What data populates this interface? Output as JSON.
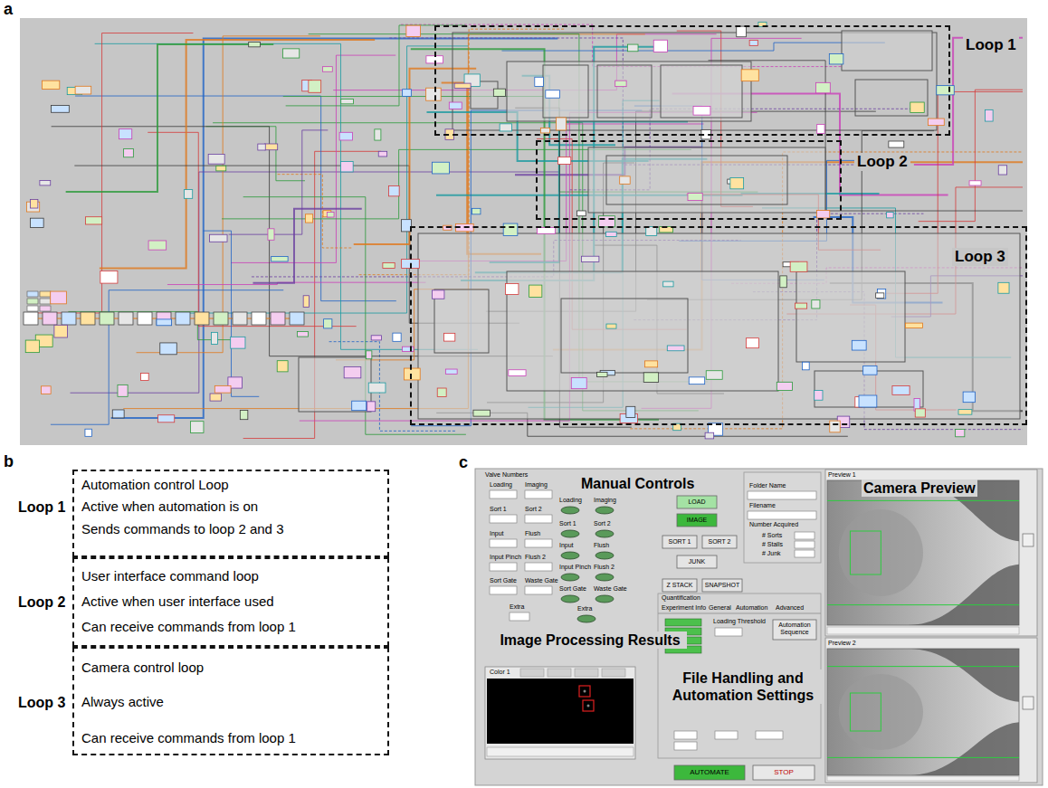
{
  "diagram": {
    "nodes": [
      {
        "text": [
          "Loop 1"
        ]
      },
      {
        "text": [
          "Loop 2"
        ]
      },
      {
        "text": [
          "Loop 3"
        ]
      },
      {
        "text": [
          "Loop 1",
          "Automation control Loop",
          "Active when automation is on",
          "Sends commands to loop 2 and 3"
        ]
      },
      {
        "text": [
          "Loop 2",
          "User interface command loop",
          "Active when user interface used",
          "Can receive commands from loop 1"
        ]
      },
      {
        "text": [
          "Loop 3",
          "Camera control loop",
          "Always active",
          "Can receive commands from loop 1"
        ]
      }
    ],
    "labels": [
      "a",
      "b",
      "c",
      "Manual Controls",
      "Camera Preview",
      "Image Processing Results",
      "File Handling and Automation Settings",
      "Valve Numbers",
      "Loading",
      "Imaging",
      "Sort 1",
      "Sort 2",
      "Input",
      "Flush",
      "Input Pinch",
      "Flush 2",
      "Sort Gate",
      "Waste Gate",
      "Extra",
      "Loading",
      "Imaging",
      "Sort 1",
      "Sort 2",
      "Input",
      "Flush",
      "Input Pinch",
      "Flush 2",
      "Sort Gate",
      "Waste Gate",
      "Extra",
      "LOAD",
      "IMAGE",
      "SORT 1",
      "SORT 2",
      "JUNK",
      "Z STACK",
      "SNAPSHOT",
      "Folder Name",
      "Filename",
      "Number Acquired",
      "# Sorts",
      "# Stalls",
      "# Junk",
      "Quantification",
      "Experiment Info",
      "General",
      "Automation",
      "Advanced",
      "Loading Threshold",
      "Automation Sequence",
      "AUTOMATE",
      "STOP",
      "Preview 1",
      "Preview 2",
      "Color 1"
    ]
  }
}
